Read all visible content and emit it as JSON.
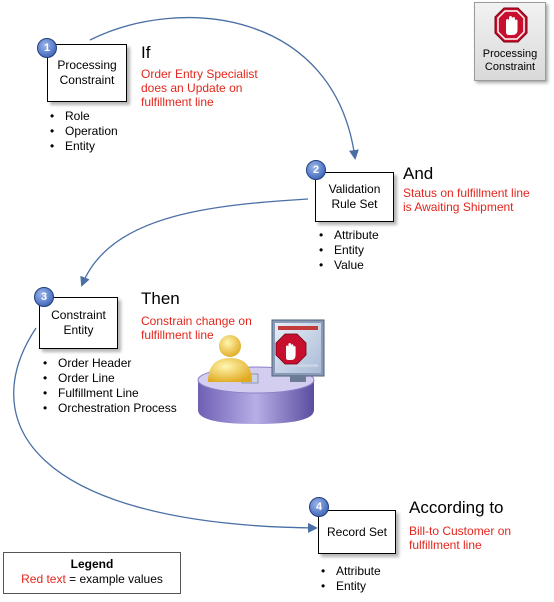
{
  "top_icon": {
    "lines": [
      "Processing",
      "Constraint"
    ],
    "icon": "stop-hand-icon"
  },
  "steps": [
    {
      "number": "1",
      "box_lines": [
        "Processing",
        "Constraint"
      ],
      "condition": "If",
      "example": [
        "Order Entry Specialist",
        "does an Update on",
        "fulfillment line"
      ],
      "bullets": [
        "Role",
        "Operation",
        "Entity"
      ]
    },
    {
      "number": "2",
      "box_lines": [
        "Validation",
        "Rule Set"
      ],
      "condition": "And",
      "example": [
        "Status on fulfillment line",
        "is Awaiting Shipment"
      ],
      "bullets": [
        "Attribute",
        "Entity",
        "Value"
      ]
    },
    {
      "number": "3",
      "box_lines": [
        "Constraint",
        "Entity"
      ],
      "condition": "Then",
      "example": [
        "Constrain change on",
        "fulfillment line"
      ],
      "bullets": [
        "Order Header",
        "Order Line",
        "Fulfillment Line",
        "Orchestration Process"
      ]
    },
    {
      "number": "4",
      "box_lines": [
        "Record Set"
      ],
      "condition": "According to",
      "example": [
        "Bill-to Customer on",
        "fulfillment line"
      ],
      "bullets": [
        "Attribute",
        "Entity"
      ]
    }
  ],
  "legend": {
    "title": "Legend",
    "red_part": "Red text",
    "rest": " = example values"
  },
  "colors": {
    "example_text": "#e3261c",
    "arrow": "#4a6fa5",
    "badge": "#5a7fcc",
    "stop_sign": "#c8102e"
  },
  "illustration": "user-at-stop-screen-icon"
}
